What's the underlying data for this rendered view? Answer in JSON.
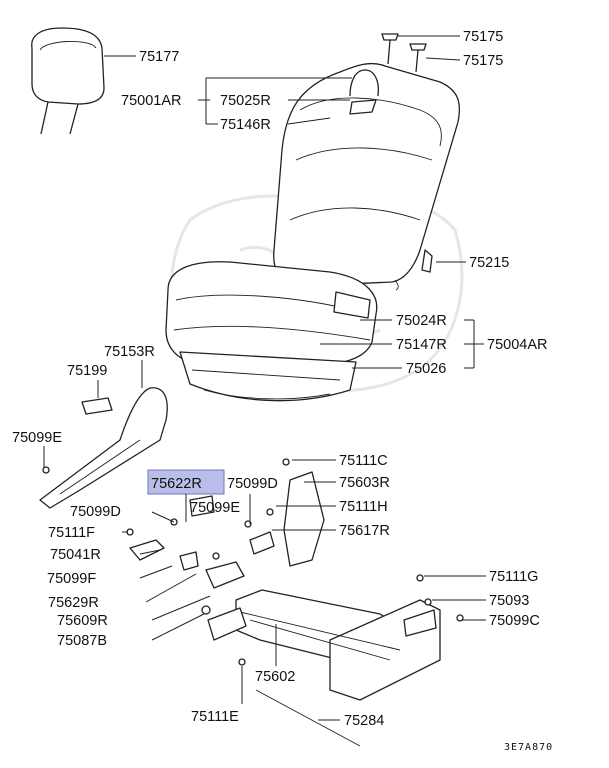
{
  "diagram": {
    "highlight_color": "#b9bde8",
    "line_color": "#222222",
    "highlighted_part": "75622R",
    "drawing_code": "3E7A870",
    "labels": [
      "75175",
      "75175",
      "75177",
      "75001AR",
      "75025R",
      "75146R",
      "75215",
      "75024R",
      "75147R",
      "75004AR",
      "75026",
      "75153R",
      "75199",
      "75099E",
      "75111C",
      "75622R",
      "75099D",
      "75603R",
      "75099D",
      "75099E",
      "75111H",
      "75111F",
      "75617R",
      "75041R",
      "75099F",
      "75629R",
      "75609R",
      "75087B",
      "75111G",
      "75093",
      "75099C",
      "75602",
      "75111E",
      "75284"
    ]
  }
}
